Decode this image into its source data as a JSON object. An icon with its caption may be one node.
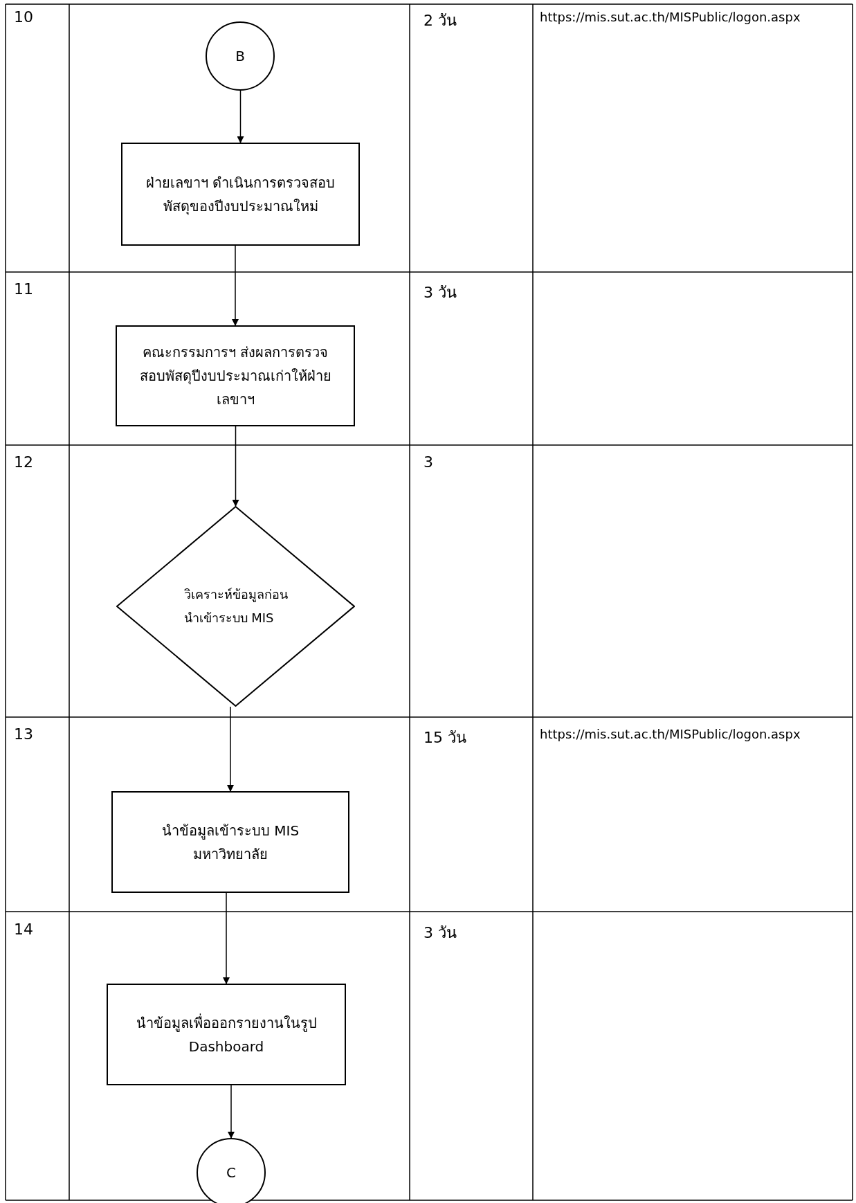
{
  "diagram": {
    "nodes": [
      {
        "text": [
          "B"
        ]
      },
      {
        "text": [
          "ฝ่ายเลขาฯ ดำเนินการตรวจสอบพัสดุของปีงบประมาณใหม่"
        ]
      },
      {
        "text": [
          "คณะกรรมการฯ ส่งผลการตรวจสอบพัสดุปีงบประมาณเก่าให้ฝ่ายเลขาฯ"
        ]
      },
      {
        "text": [
          "วิเคราะห์ข้อมูลก่อนนำเข้าระบบ MIS"
        ]
      },
      {
        "text": [
          "นำข้อมูลเข้าระบบ MIS มหาวิทยาลัย"
        ]
      },
      {
        "text": [
          "นำข้อมูลเพื่อออกรายงานในรูป Dashboard"
        ]
      },
      {
        "text": [
          "C"
        ]
      }
    ],
    "edges": [
      {
        "from": 0,
        "to": 1,
        "arrow": "to"
      },
      {
        "from": 1,
        "to": 2,
        "arrow": "to"
      },
      {
        "from": 2,
        "to": 3,
        "arrow": "to"
      },
      {
        "from": 3,
        "to": 4,
        "arrow": "to"
      },
      {
        "from": 4,
        "to": 5,
        "arrow": "to"
      },
      {
        "from": 5,
        "to": 6,
        "arrow": "to"
      }
    ],
    "labels": [
      "10",
      "2 วัน",
      "https://mis.sut.ac.th/MISPublic/logon.aspx",
      "11",
      "3 วัน",
      "12",
      "3",
      "13",
      "15 วัน",
      "https://mis.sut.ac.th/MISPublic/logon.aspx",
      "14",
      "3 วัน"
    ]
  }
}
